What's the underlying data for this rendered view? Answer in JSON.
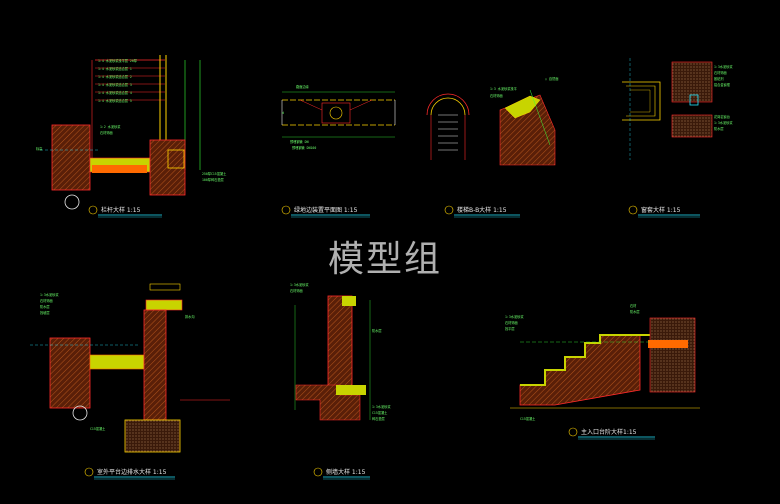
{
  "watermark": "模型组",
  "details": [
    {
      "id": "detail-1",
      "title": "栏杆大样 1:15"
    },
    {
      "id": "detail-2",
      "title": "绿地边装置平面图 1:15"
    },
    {
      "id": "detail-3",
      "title": "楼梯B-B大样 1:15"
    },
    {
      "id": "detail-4",
      "title": "窗套大样 1:15"
    },
    {
      "id": "detail-5",
      "title": "室外平台边排水大样 1:15"
    },
    {
      "id": "detail-6",
      "title": "侧墙大样 1:15"
    },
    {
      "id": "detail-7",
      "title": "主入口台阶大样1:15"
    }
  ],
  "colors": {
    "background": "#000000",
    "line_red": "#ff2a2a",
    "line_green": "#38ff38",
    "line_yellow": "#ffd400",
    "line_cyan": "#23e6ff",
    "line_white": "#e9e9e9",
    "hatch_brown": "#8a3b12"
  }
}
